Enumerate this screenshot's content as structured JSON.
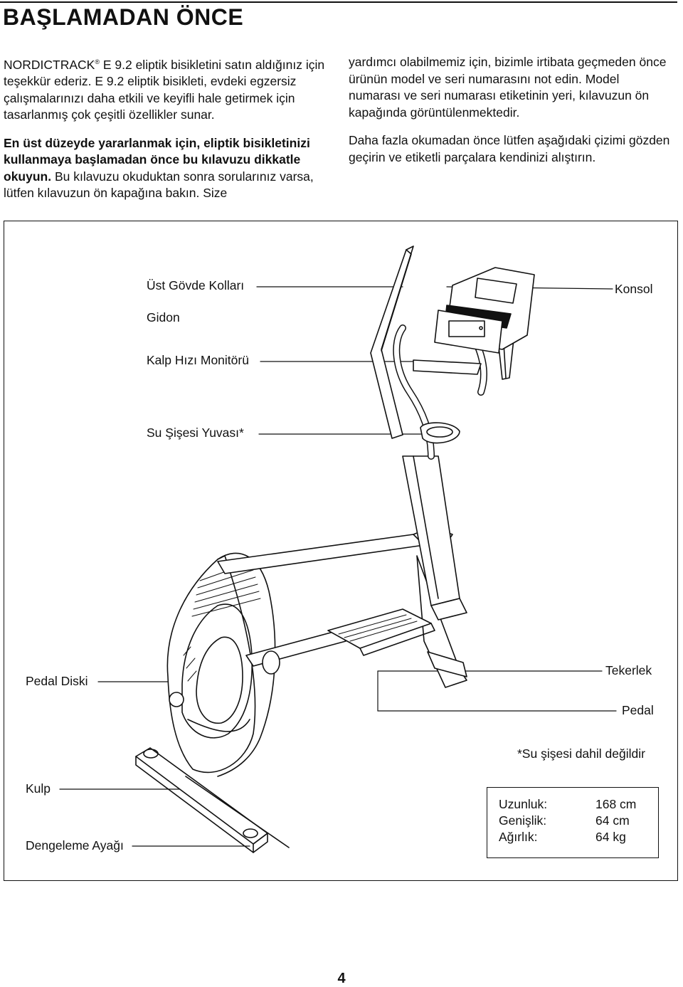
{
  "heading": "BAŞLAMADAN ÖNCE",
  "intro": {
    "brand": "NORDICTRACK",
    "reg": "®",
    "rest": " E 9.2 eliptik bisikletini satın aldığınız için teşekkür ederiz. E 9.2 eliptik bisikleti, evdeki egzersiz çalışmalarınızı daha etkili ve keyifli hale getirmek için tasarlanmış çok çeşitli özellikler sunar."
  },
  "para2": {
    "bold": "En üst düzeyde yararlanmak için, eliptik bisikletinizi kullanmaya başlamadan önce bu kılavuzu dikkatle okuyun.",
    "normal": " Bu kılavuzu okuduktan sonra sorularınız varsa, lütfen kılavuzun ön kapağına bakın. Size"
  },
  "para3": "yardımcı olabilmemiz için, bizimle irtibata geçmeden önce ürünün model ve seri numarasını not edin. Model numarası ve seri numarası etiketinin yeri, kılavuzun ön kapağında görüntülenmektedir.",
  "para4": "Daha fazla okumadan önce lütfen aşağıdaki çizimi gözden geçirin ve etiketli parçalara kendinizi alıştırın.",
  "labels": {
    "upper_arms": "Üst Gövde Kolları",
    "handlebar": "Gidon",
    "heart_rate": "Kalp Hızı Monitörü",
    "bottle_holder": "Su Şişesi Yuvası*",
    "console": "Konsol",
    "pedal_disc": "Pedal Diski",
    "wheel": "Tekerlek",
    "pedal": "Pedal",
    "footnote": "*Su şişesi dahil değildir",
    "handle": "Kulp",
    "leveling_foot": "Dengeleme Ayağı"
  },
  "specs": [
    {
      "label": "Uzunluk:",
      "value": "168 cm"
    },
    {
      "label": "Genişlik:",
      "value": "64 cm"
    },
    {
      "label": "Ağırlık:",
      "value": "64 kg"
    }
  ],
  "page_number": "4"
}
